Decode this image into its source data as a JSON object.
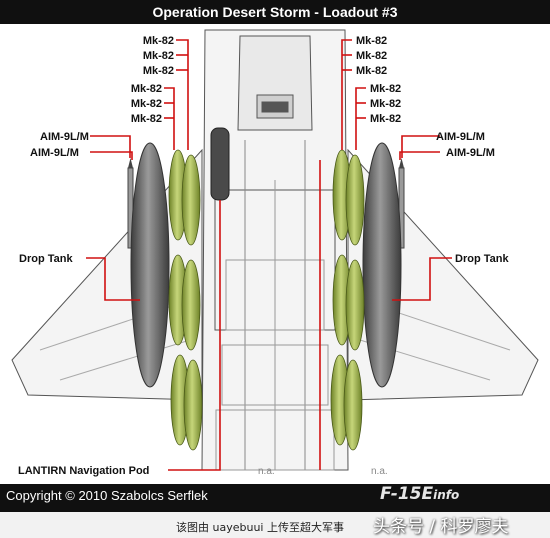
{
  "header": {
    "title": "Operation Desert Storm - Loadout #3"
  },
  "labels": {
    "mk82": "Mk-82",
    "aim9": "AIM-9L/M",
    "drop_tank": "Drop Tank",
    "lantirn": "LANTIRN Navigation Pod",
    "na": "n.a."
  },
  "footer": {
    "copyright": "Copyright © 2010 Szabolcs Serflek",
    "brand_main": "F-15E",
    "brand_sub": "info",
    "credit": "该图由 uayebuui 上传至超大军事",
    "watermark": "头条号 / 科罗廖夫"
  },
  "colors": {
    "leader": "#d01010",
    "bomb": "#9bb04a",
    "tank": "#6b6b6b",
    "title_bg": "#101010"
  }
}
